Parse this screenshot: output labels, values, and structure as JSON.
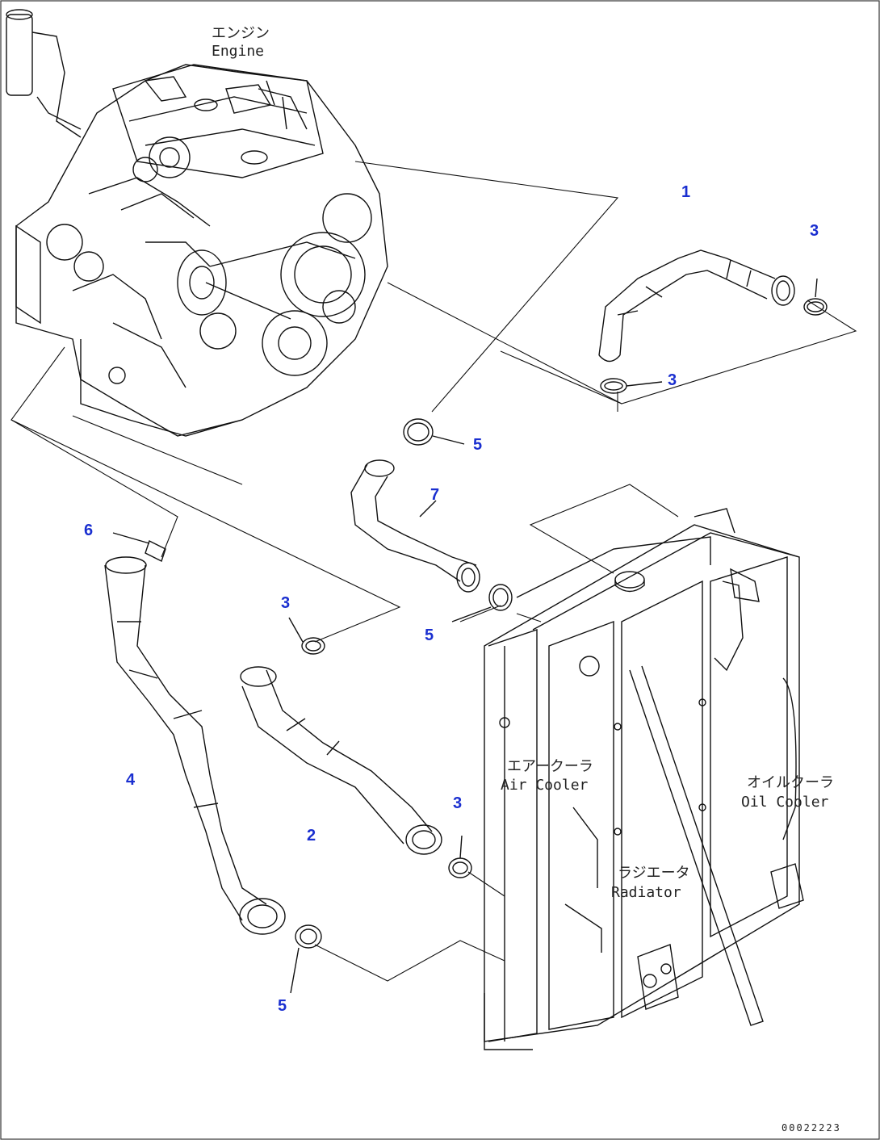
{
  "labels": {
    "engine": {
      "jp": "エンジン",
      "en": "Engine"
    },
    "air_cooler": {
      "jp": "エアークーラ",
      "en": "Air Cooler"
    },
    "oil_cooler": {
      "jp": "オイルクーラ",
      "en": "Oil Cooler"
    },
    "radiator": {
      "jp": "ラジエータ",
      "en": "Radiator"
    }
  },
  "callouts": [
    "1",
    "3",
    "3",
    "5",
    "7",
    "6",
    "3",
    "5",
    "4",
    "2",
    "3",
    "5"
  ],
  "figure_code": "00022223",
  "colors": {
    "callout": "#1a2fd0",
    "line": "#111111"
  }
}
